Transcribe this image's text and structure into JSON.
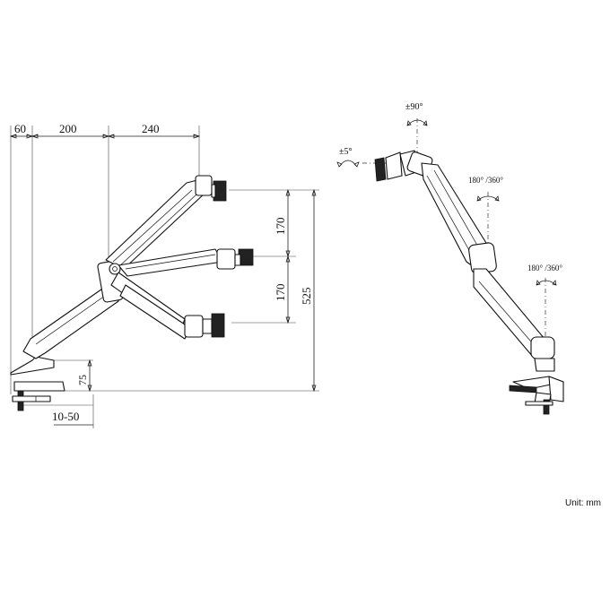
{
  "dimensions": {
    "top_60": "60",
    "top_200": "200",
    "top_240": "240",
    "vert_170_upper": "170",
    "vert_170_lower": "170",
    "vert_525": "525",
    "vert_75": "75",
    "clamp_range": "10-50"
  },
  "rotations": {
    "tilt": "±5°",
    "pivot": "±90°",
    "swivel_mid": "180° /360°",
    "swivel_base": "180° /360°"
  },
  "unit_label": "Unit: mm"
}
